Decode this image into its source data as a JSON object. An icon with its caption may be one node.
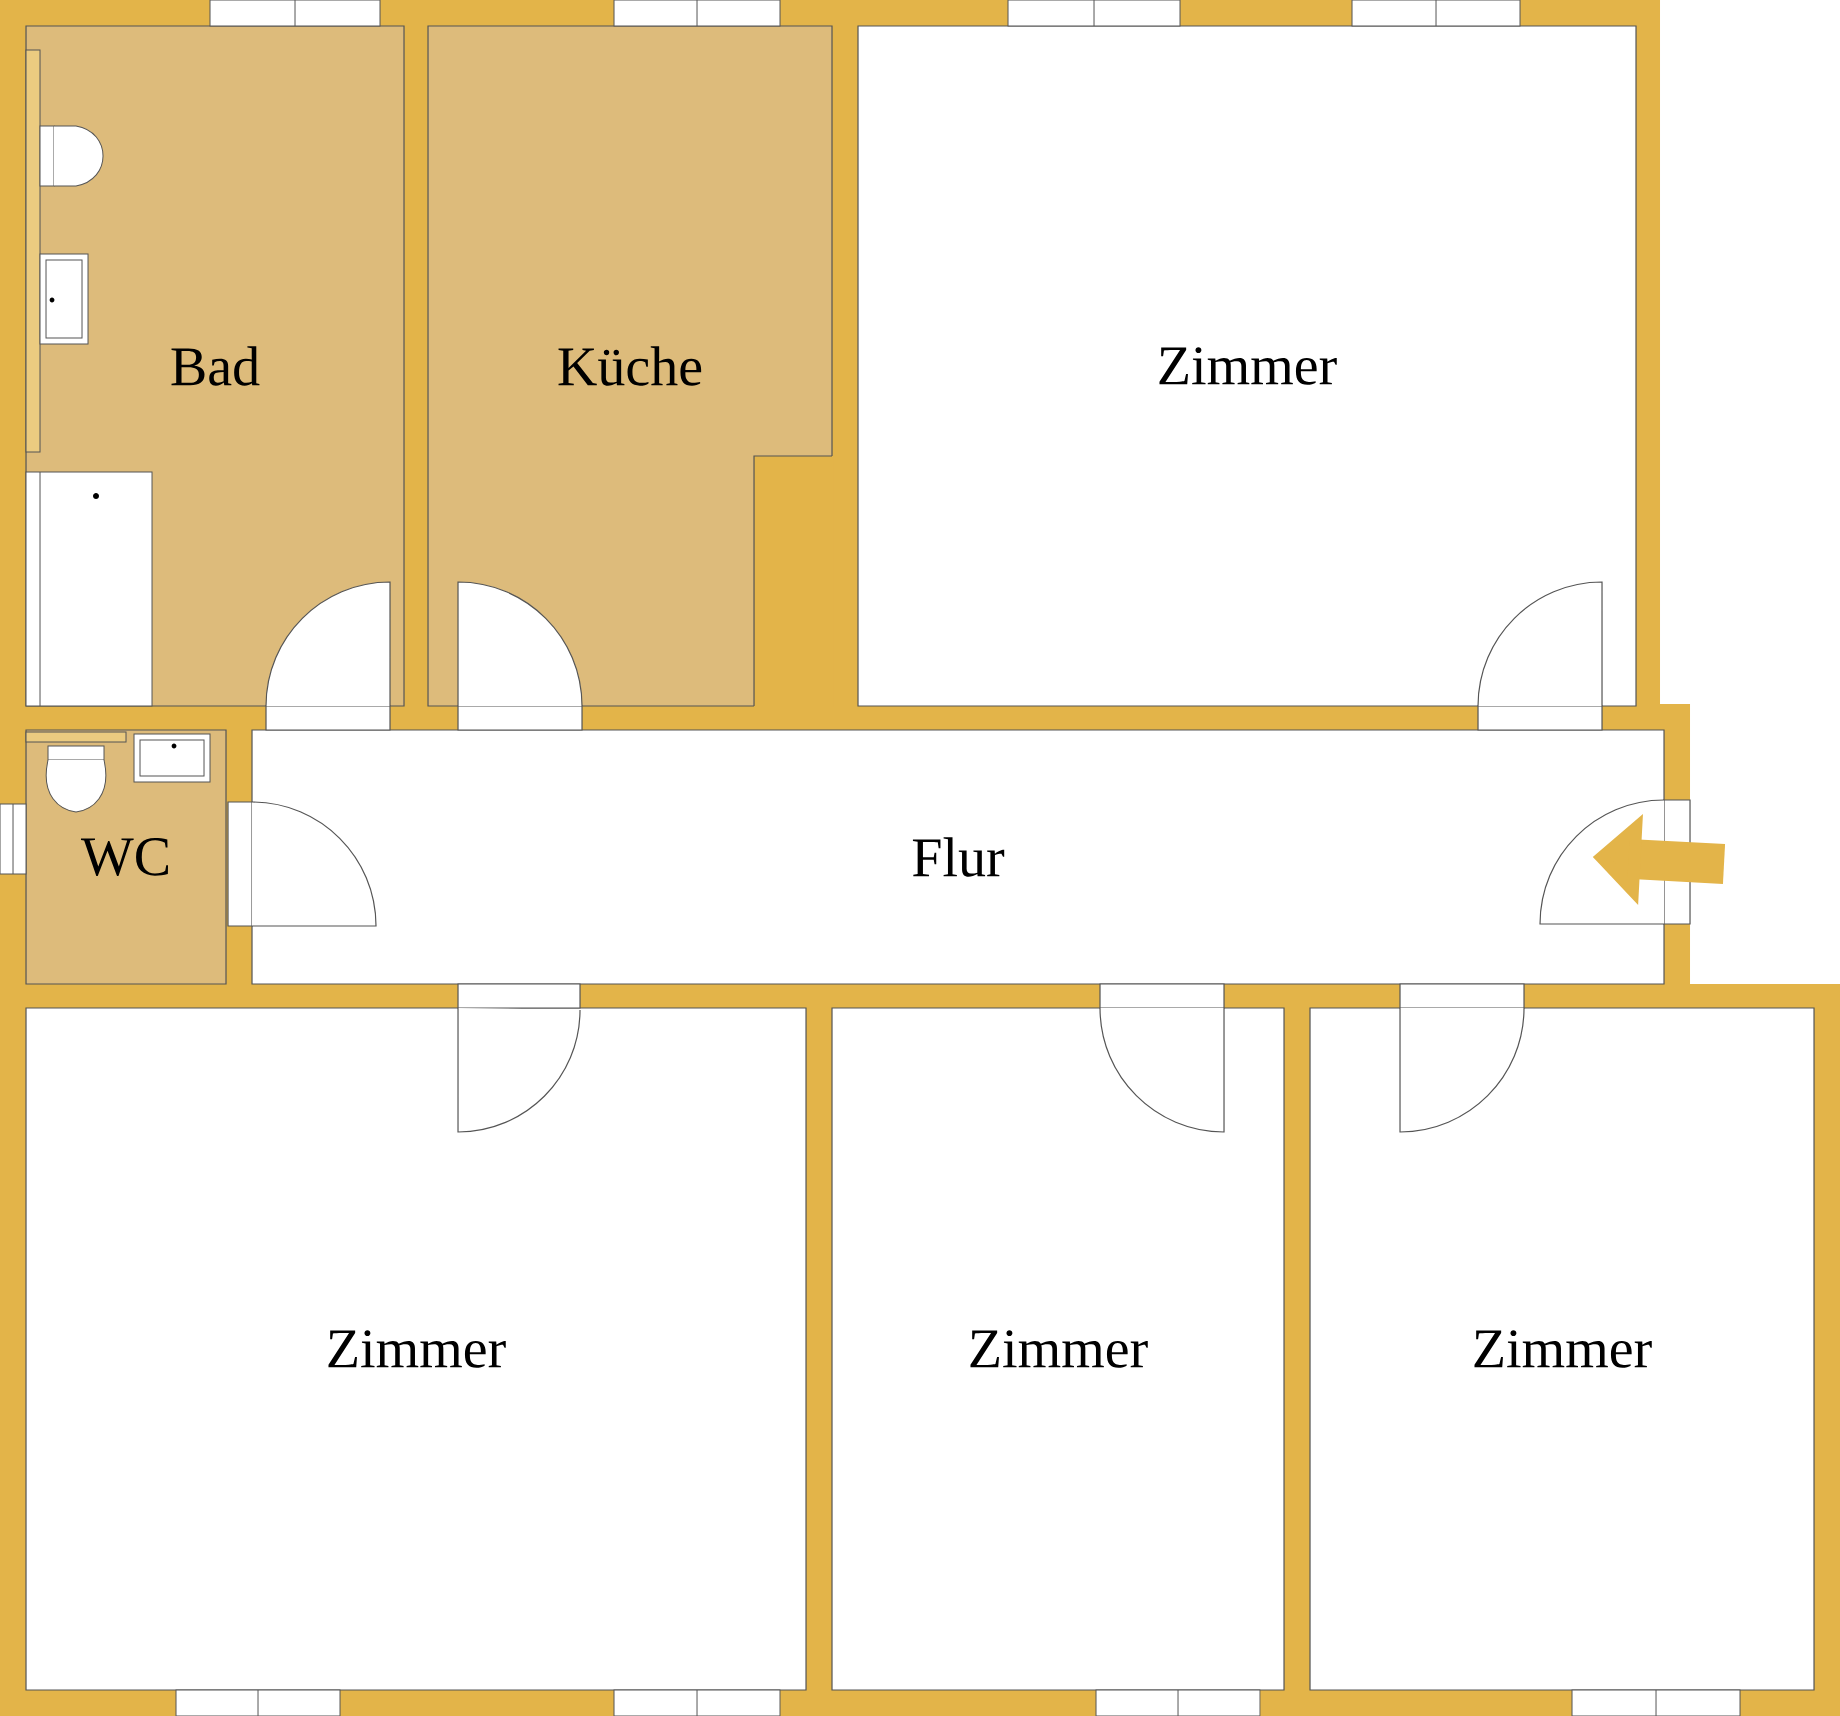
{
  "diagram": {
    "nodes": [
      {
        "text": [
          "Bad"
        ]
      },
      {
        "text": [
          "Küche"
        ]
      },
      {
        "text": [
          "Zimmer"
        ]
      },
      {
        "text": [
          "WC"
        ]
      },
      {
        "text": [
          "Flur"
        ]
      },
      {
        "text": [
          "Zimmer"
        ]
      },
      {
        "text": [
          "Zimmer"
        ]
      },
      {
        "text": [
          "Zimmer"
        ]
      }
    ],
    "edges": [
      {
        "from": null,
        "to": 4,
        "arrow": "to"
      }
    ]
  }
}
